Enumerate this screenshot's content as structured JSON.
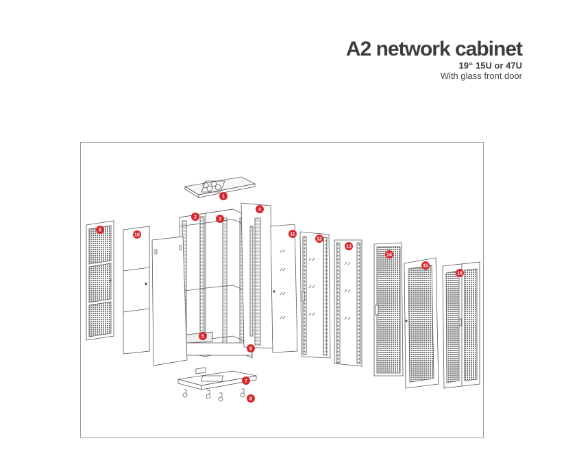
{
  "header": {
    "title": "A2 network cabinet",
    "subtitle": "19“ 15U or 47U",
    "description": "With glass front door"
  },
  "callouts": [
    "1",
    "2",
    "3",
    "4",
    "5",
    "6",
    "7",
    "8",
    "9",
    "10",
    "11",
    "12",
    "13",
    "14",
    "15",
    "16"
  ],
  "colors": {
    "callout": "#d8262b",
    "line": "#555555",
    "text": "#3d3d3d"
  }
}
